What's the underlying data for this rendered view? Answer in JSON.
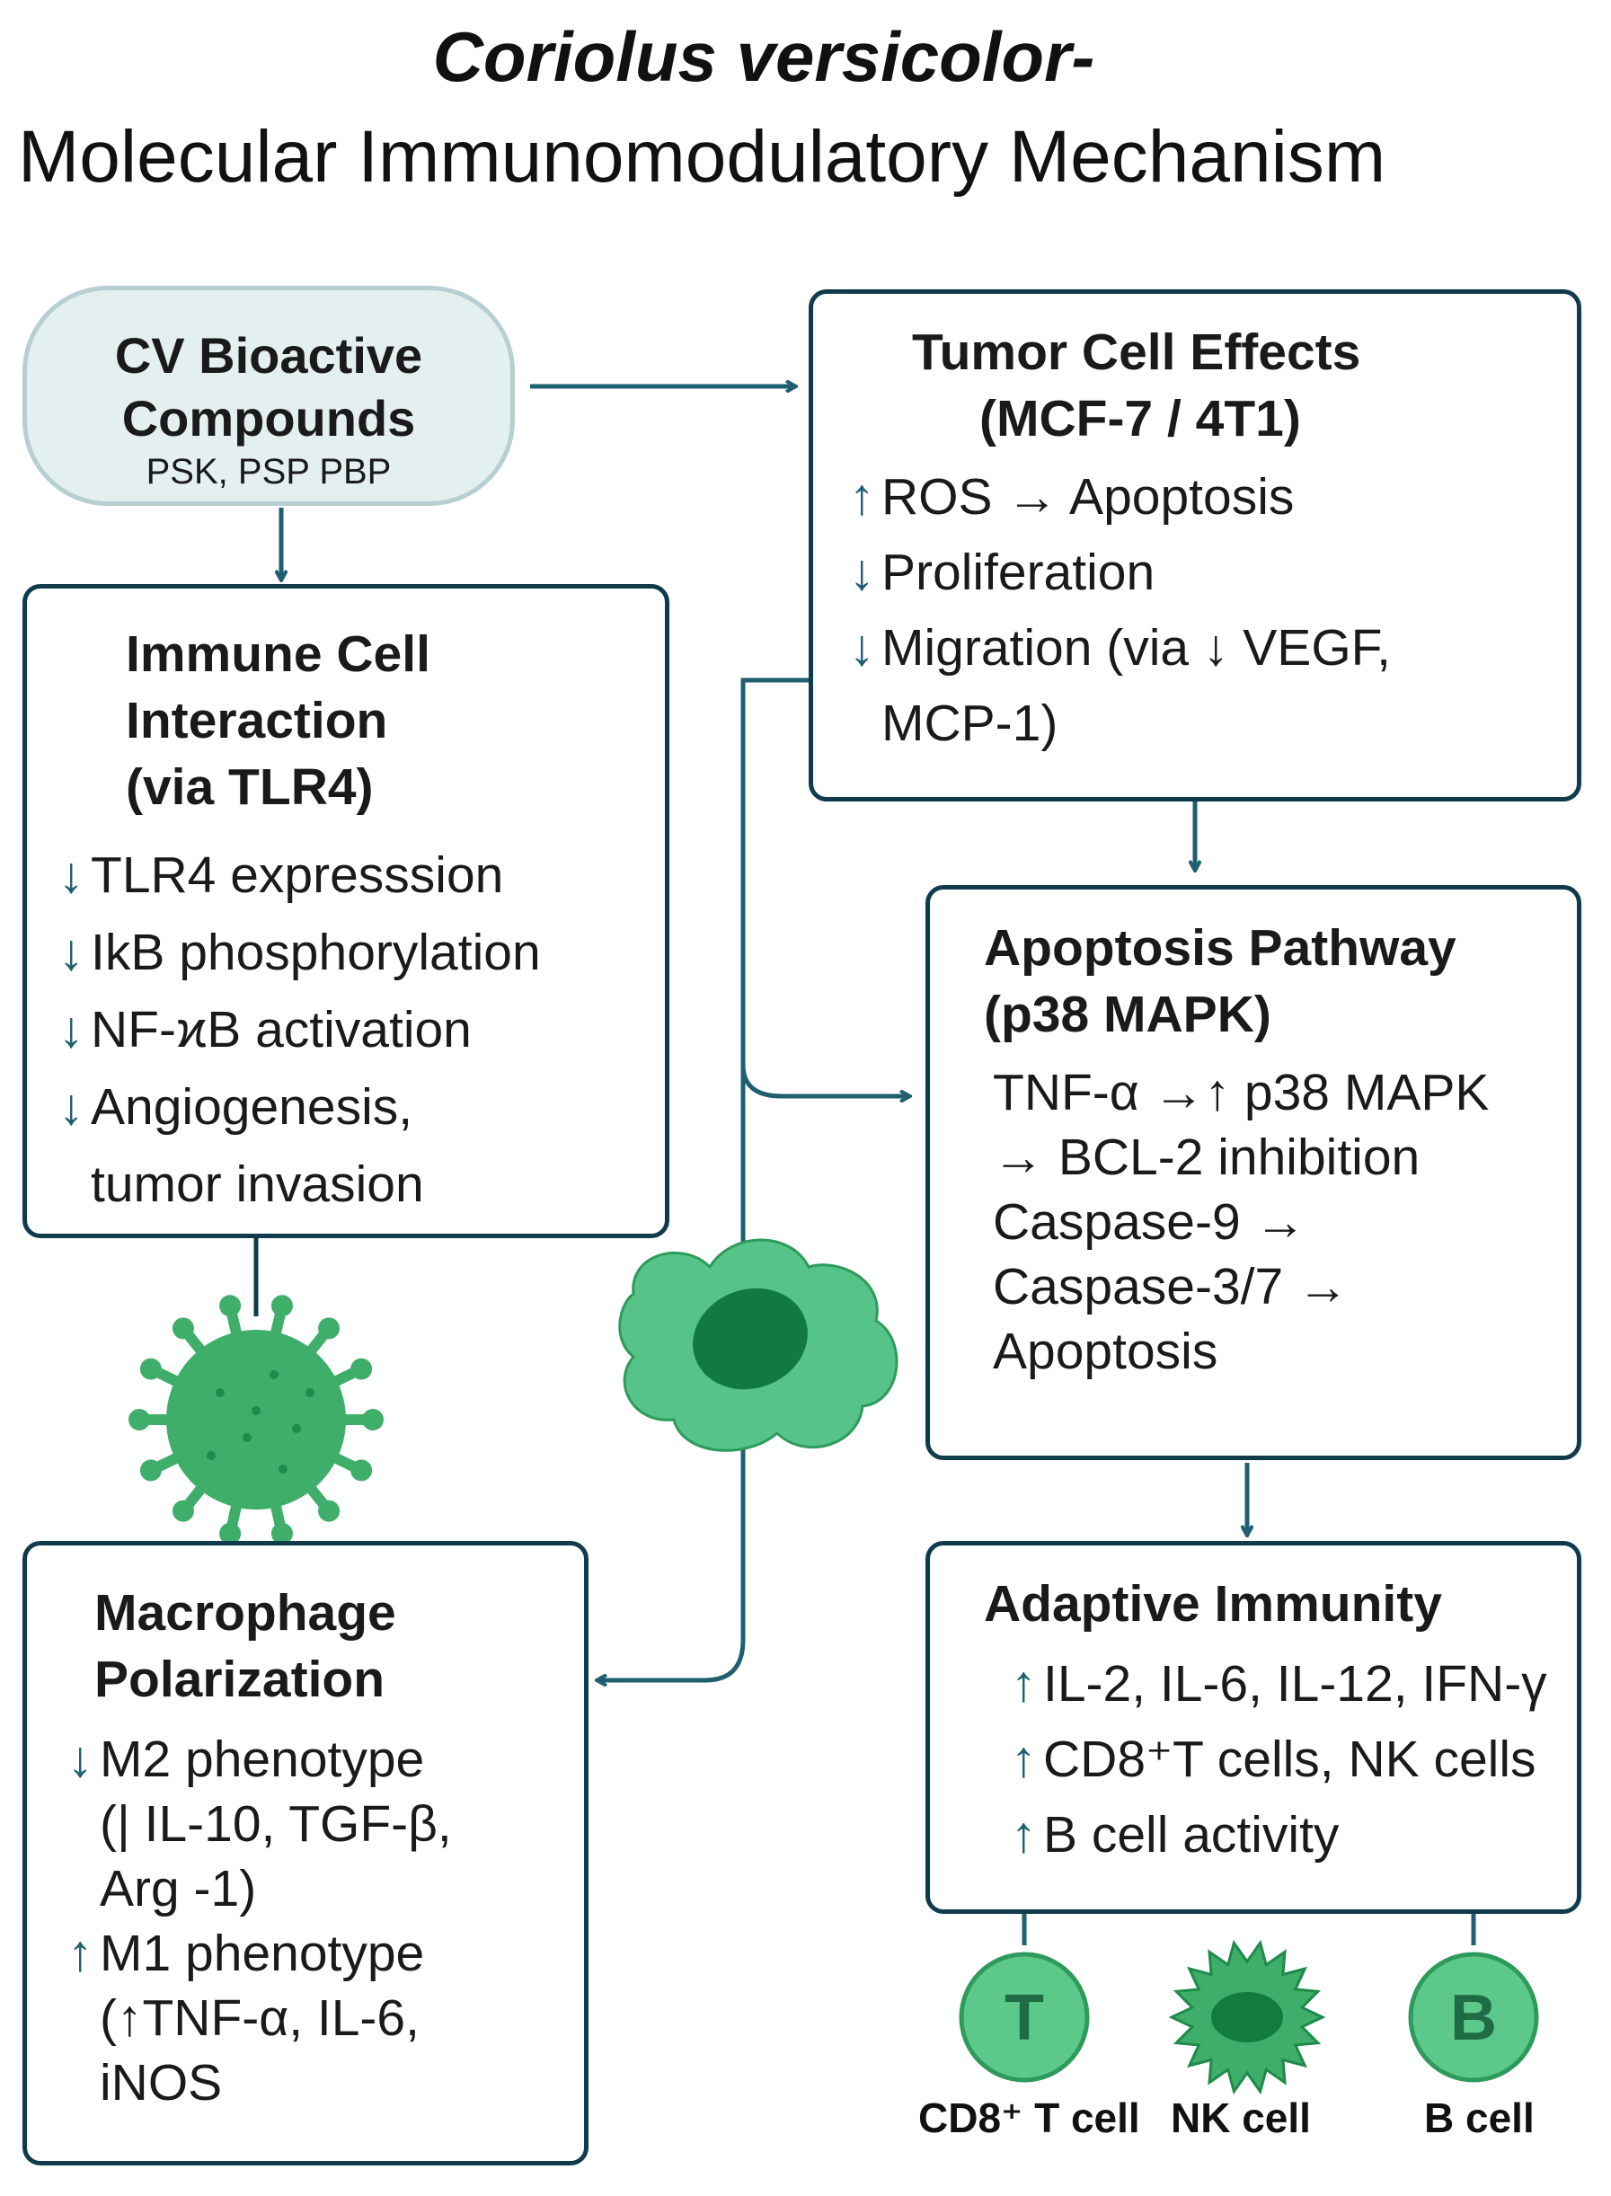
{
  "title": {
    "line1": "Coriolus versicolor-",
    "line2": "Molecular Immunomodulatory Mechanism"
  },
  "bioactive": {
    "title_l1": "CV Bioactive",
    "title_l2": "Compounds",
    "subtitle": "PSK, PSP PBP"
  },
  "tumor": {
    "title_l1": "Tumor Cell Effects",
    "title_l2": "(MCF-7 / 4T1)",
    "items": [
      {
        "arrow": "↑",
        "text": "ROS → Apoptosis"
      },
      {
        "arrow": "↓",
        "text": "Proliferation"
      },
      {
        "arrow": "↓",
        "text": "Migration (via ↓ VEGF,"
      },
      {
        "arrow": "",
        "text": "MCP-1)"
      }
    ]
  },
  "immune": {
    "title_l1": "Immune Cell",
    "title_l2": "Interaction",
    "title_l3": "(via TLR4)",
    "items": [
      {
        "arrow": "↓",
        "text": "TLR4 expresssion"
      },
      {
        "arrow": "↓",
        "text": "IkB phosphorylation"
      },
      {
        "arrow": "↓",
        "text": "NF-ϰB activation"
      },
      {
        "arrow": "↓",
        "text": "Angiogenesis,"
      },
      {
        "arrow": "",
        "text": "tumor invasion"
      }
    ]
  },
  "apoptosis": {
    "title_l1": "Apoptosis Pathway",
    "title_l2": "(p38 MAPK)",
    "lines": [
      "TNF-α →↑ p38 MAPK",
      "→ BCL-2 inhibition",
      "Caspase-9 →",
      "Caspase-3/7 →",
      "Apoptosis"
    ]
  },
  "macrophage": {
    "title_l1": "Macrophage",
    "title_l2": "Polarization",
    "lines": [
      {
        "arrow": "↓",
        "text": "M2 phenotype"
      },
      {
        "arrow": "",
        "text": "(| IL-10, TGF-β,"
      },
      {
        "arrow": "",
        "text": "Arg -1)"
      },
      {
        "arrow": "↑",
        "text": "M1 phenotype"
      },
      {
        "arrow": "",
        "text": "(↑TNF-α, IL-6,"
      },
      {
        "arrow": "",
        "text": "iNOS"
      }
    ]
  },
  "adaptive": {
    "title": "Adaptive Immunity",
    "items": [
      {
        "arrow": "↑",
        "text": "IL-2, IL-6, IL-12, IFN-γ"
      },
      {
        "arrow": "↑",
        "text": "CD8⁺T cells, NK cells"
      },
      {
        "arrow": "↑",
        "text": "B cell activity"
      }
    ]
  },
  "cells": {
    "t_letter": "T",
    "b_letter": "B",
    "t_label": "CD8⁺ T cell",
    "nk_label": "NK cell",
    "b_label": "B cell"
  },
  "colors": {
    "arrow": "#1f5f70",
    "box_border": "#0f3b4c",
    "cell_green": "#3fae6a",
    "cell_light": "#5cc98b",
    "cell_dark": "#1f8a4c"
  }
}
